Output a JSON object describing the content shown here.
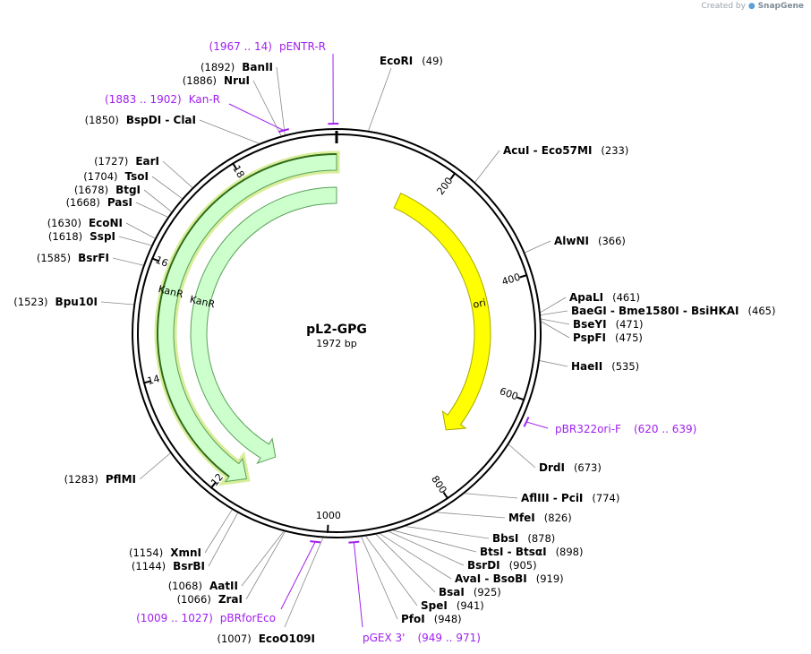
{
  "credit": {
    "prefix": "Created by",
    "brand": "SnapGene"
  },
  "plasmid": {
    "name": "pL2-GPG",
    "size_label": "1972 bp",
    "length": 1972
  },
  "ticks": [
    {
      "pos": 200,
      "label": "200"
    },
    {
      "pos": 400,
      "label": "400"
    },
    {
      "pos": 600,
      "label": "600"
    },
    {
      "pos": 800,
      "label": "800"
    },
    {
      "pos": 1000,
      "label": "1000"
    },
    {
      "pos": 1200,
      "label": "1200"
    },
    {
      "pos": 1400,
      "label": "1400"
    },
    {
      "pos": 1600,
      "label": "1600"
    },
    {
      "pos": 1800,
      "label": "1800"
    }
  ],
  "features": [
    {
      "name": "ori",
      "start": 135,
      "end": 720,
      "direction": "forward",
      "color": "#ffff00",
      "stroke": "#a8a800",
      "track": "inner"
    },
    {
      "name": "KanR",
      "start": 1160,
      "end": 1972,
      "direction": "reverse",
      "color": "#ccffcc",
      "stroke": "#5aa05a",
      "track": "outer",
      "highlight": true
    },
    {
      "name": "KanR",
      "start": 1130,
      "end": 1972,
      "direction": "reverse",
      "color": "#ccffcc",
      "stroke": "#5aa05a",
      "track": "inner"
    }
  ],
  "enzymes": [
    {
      "name": "EcoRI",
      "pos_label": "(49)",
      "pos": 49
    },
    {
      "name": "AcuI  -  Eco57MI",
      "pos_label": "(233)",
      "pos": 233
    },
    {
      "name": "AlwNI",
      "pos_label": "(366)",
      "pos": 366
    },
    {
      "name": "ApaLI",
      "pos_label": "(461)",
      "pos": 461
    },
    {
      "name": "BaeGI  -  Bme1580I  -  BsiHKAI",
      "pos_label": "(465)",
      "pos": 465
    },
    {
      "name": "BseYI",
      "pos_label": "(471)",
      "pos": 471
    },
    {
      "name": "PspFI",
      "pos_label": "(475)",
      "pos": 475
    },
    {
      "name": "HaeII",
      "pos_label": "(535)",
      "pos": 535
    },
    {
      "name": "DrdI",
      "pos_label": "(673)",
      "pos": 673
    },
    {
      "name": "AflIII  -  PciI",
      "pos_label": "(774)",
      "pos": 774
    },
    {
      "name": "MfeI",
      "pos_label": "(826)",
      "pos": 826
    },
    {
      "name": "BbsI",
      "pos_label": "(878)",
      "pos": 878
    },
    {
      "name": "BtsI  -  BtsαI",
      "pos_label": "(898)",
      "pos": 898
    },
    {
      "name": "BsrDI",
      "pos_label": "(905)",
      "pos": 905
    },
    {
      "name": "AvaI  -  BsoBI",
      "pos_label": "(919)",
      "pos": 919
    },
    {
      "name": "BsaI",
      "pos_label": "(925)",
      "pos": 925
    },
    {
      "name": "SpeI",
      "pos_label": "(941)",
      "pos": 941
    },
    {
      "name": "PfoI",
      "pos_label": "(948)",
      "pos": 948
    },
    {
      "name": "EcoO109I",
      "pos_label": "(1007)",
      "pos": 1007
    },
    {
      "name": "ZraI",
      "pos_label": "(1066)",
      "pos": 1066
    },
    {
      "name": "AatII",
      "pos_label": "(1068)",
      "pos": 1068
    },
    {
      "name": "BsrBI",
      "pos_label": "(1144)",
      "pos": 1144
    },
    {
      "name": "XmnI",
      "pos_label": "(1154)",
      "pos": 1154
    },
    {
      "name": "PflMI",
      "pos_label": "(1283)",
      "pos": 1283
    },
    {
      "name": "Bpu10I",
      "pos_label": "(1523)",
      "pos": 1523
    },
    {
      "name": "BsrFI",
      "pos_label": "(1585)",
      "pos": 1585
    },
    {
      "name": "SspI",
      "pos_label": "(1618)",
      "pos": 1618
    },
    {
      "name": "EcoNI",
      "pos_label": "(1630)",
      "pos": 1630
    },
    {
      "name": "PasI",
      "pos_label": "(1668)",
      "pos": 1668
    },
    {
      "name": "BtgI",
      "pos_label": "(1678)",
      "pos": 1678
    },
    {
      "name": "TsoI",
      "pos_label": "(1704)",
      "pos": 1704
    },
    {
      "name": "EarI",
      "pos_label": "(1727)",
      "pos": 1727
    },
    {
      "name": "BspDI  -  ClaI",
      "pos_label": "(1850)",
      "pos": 1850
    },
    {
      "name": "NruI",
      "pos_label": "(1886)",
      "pos": 1886
    },
    {
      "name": "BanII",
      "pos_label": "(1892)",
      "pos": 1892
    }
  ],
  "primers": [
    {
      "name": "pENTR-R",
      "range_label": "(1967 .. 14)",
      "pos": 1967
    },
    {
      "name": "Kan-R",
      "range_label": "(1883 .. 1902)",
      "pos": 1892
    },
    {
      "name": "pBR322ori-F",
      "range_label": "(620 .. 639)",
      "pos": 630
    },
    {
      "name": "pGEX 3'",
      "range_label": "(949 .. 971)",
      "pos": 960
    },
    {
      "name": "pBRforEco",
      "range_label": "(1009 .. 1027)",
      "pos": 1018
    }
  ]
}
